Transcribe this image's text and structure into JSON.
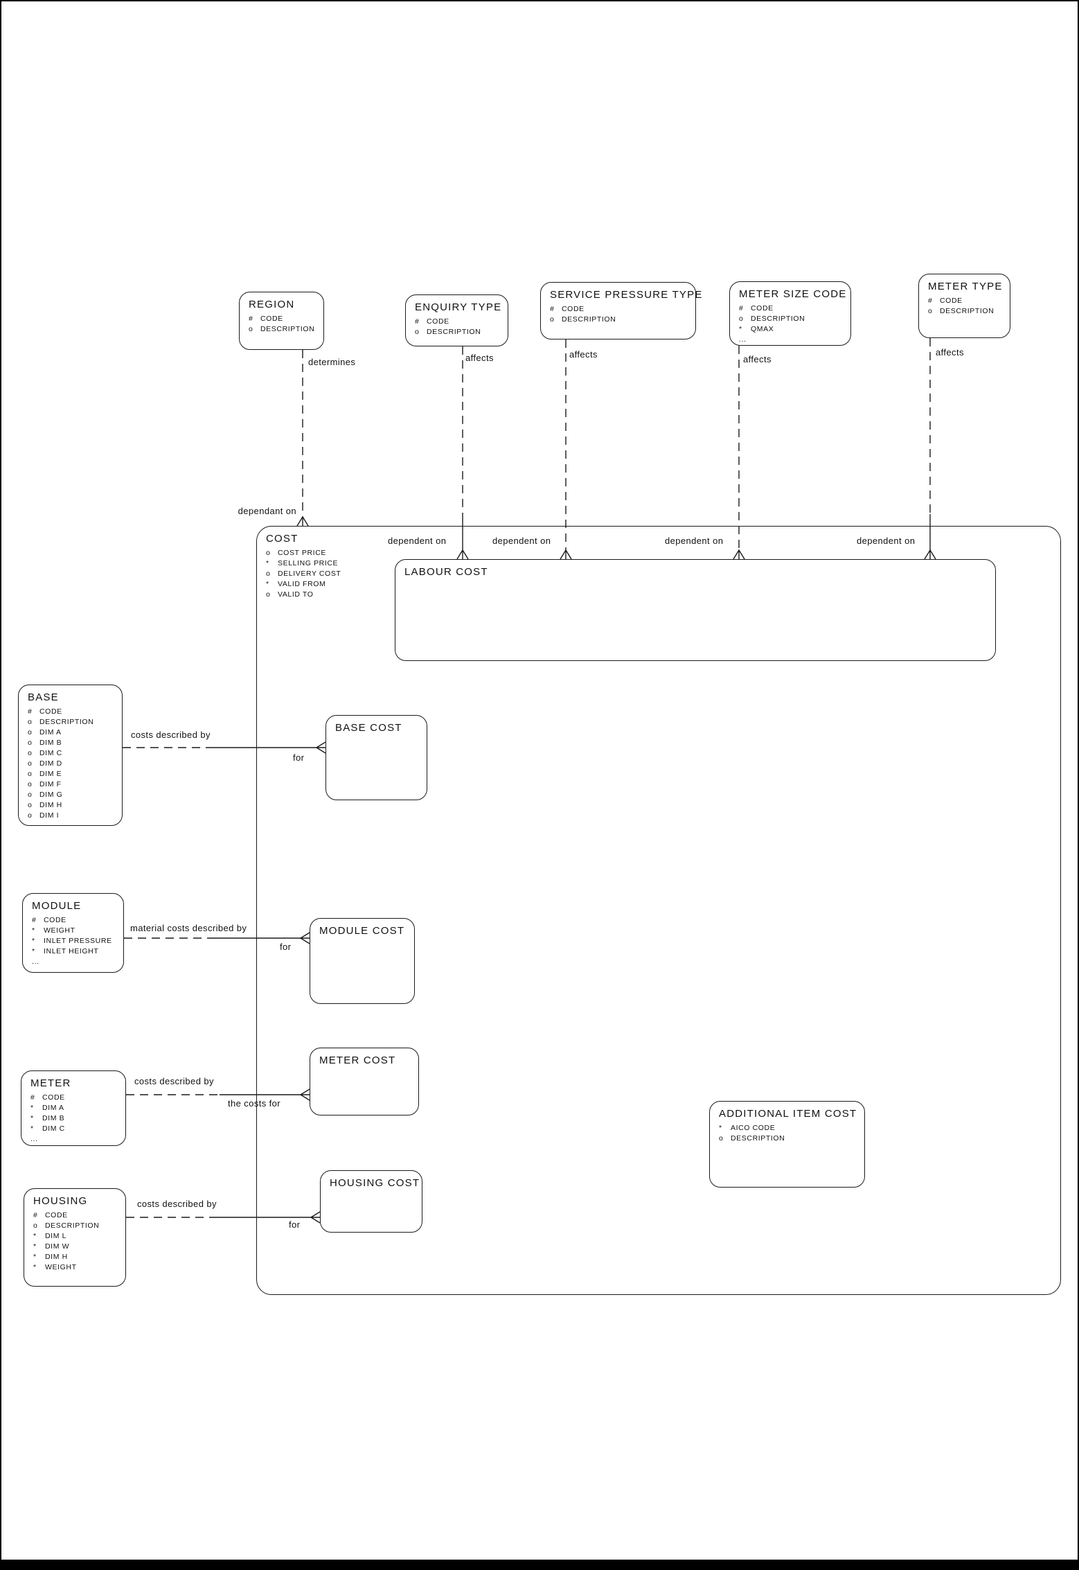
{
  "colors": {
    "ink": "#1a1a1a",
    "paper": "#ffffff"
  },
  "entities": {
    "region": {
      "title": "REGION",
      "attrs": [
        {
          "p": "#",
          "n": "CODE"
        },
        {
          "p": "o",
          "n": "DESCRIPTION"
        }
      ]
    },
    "enquiry_type": {
      "title": "ENQUIRY TYPE",
      "attrs": [
        {
          "p": "#",
          "n": "CODE"
        },
        {
          "p": "o",
          "n": "DESCRIPTION"
        }
      ]
    },
    "service_pressure_type": {
      "title": "SERVICE PRESSURE TYPE",
      "attrs": [
        {
          "p": "#",
          "n": "CODE"
        },
        {
          "p": "o",
          "n": "DESCRIPTION"
        }
      ]
    },
    "meter_size_code": {
      "title": "METER SIZE CODE",
      "attrs": [
        {
          "p": "#",
          "n": "CODE"
        },
        {
          "p": "o",
          "n": "DESCRIPTION"
        },
        {
          "p": "*",
          "n": "QMAX"
        },
        {
          "p": "...",
          "n": ""
        }
      ]
    },
    "meter_type": {
      "title": "METER TYPE",
      "attrs": [
        {
          "p": "#",
          "n": "CODE"
        },
        {
          "p": "o",
          "n": "DESCRIPTION"
        }
      ]
    },
    "cost": {
      "title": "COST",
      "attrs": [
        {
          "p": "o",
          "n": "COST PRICE"
        },
        {
          "p": "*",
          "n": "SELLING PRICE"
        },
        {
          "p": "o",
          "n": "DELIVERY COST"
        },
        {
          "p": "*",
          "n": "VALID FROM"
        },
        {
          "p": "o",
          "n": "VALID TO"
        }
      ]
    },
    "labour_cost": {
      "title": "LABOUR COST",
      "attrs": []
    },
    "base": {
      "title": "BASE",
      "attrs": [
        {
          "p": "#",
          "n": "CODE"
        },
        {
          "p": "o",
          "n": "DESCRIPTION"
        },
        {
          "p": "o",
          "n": "DIM A"
        },
        {
          "p": "o",
          "n": "DIM B"
        },
        {
          "p": "o",
          "n": "DIM C"
        },
        {
          "p": "o",
          "n": "DIM D"
        },
        {
          "p": "o",
          "n": "DIM E"
        },
        {
          "p": "o",
          "n": "DIM F"
        },
        {
          "p": "o",
          "n": "DIM G"
        },
        {
          "p": "o",
          "n": "DIM H"
        },
        {
          "p": "o",
          "n": "DIM I"
        }
      ]
    },
    "base_cost": {
      "title": "BASE COST",
      "attrs": []
    },
    "module": {
      "title": "MODULE",
      "attrs": [
        {
          "p": "#",
          "n": "CODE"
        },
        {
          "p": "*",
          "n": "WEIGHT"
        },
        {
          "p": "*",
          "n": "INLET PRESSURE"
        },
        {
          "p": "*",
          "n": "INLET HEIGHT"
        },
        {
          "p": "...",
          "n": ""
        }
      ]
    },
    "module_cost": {
      "title": "MODULE COST",
      "attrs": []
    },
    "meter": {
      "title": "METER",
      "attrs": [
        {
          "p": "#",
          "n": "CODE"
        },
        {
          "p": "*",
          "n": "DIM A"
        },
        {
          "p": "*",
          "n": "DIM B"
        },
        {
          "p": "*",
          "n": "DIM C"
        },
        {
          "p": "...",
          "n": ""
        }
      ]
    },
    "meter_cost": {
      "title": "METER COST",
      "attrs": []
    },
    "housing": {
      "title": "HOUSING",
      "attrs": [
        {
          "p": "#",
          "n": "CODE"
        },
        {
          "p": "o",
          "n": "DESCRIPTION"
        },
        {
          "p": "*",
          "n": "DIM L"
        },
        {
          "p": "*",
          "n": "DIM W"
        },
        {
          "p": "*",
          "n": "DIM H"
        },
        {
          "p": "*",
          "n": "WEIGHT"
        }
      ]
    },
    "housing_cost": {
      "title": "HOUSING COST",
      "attrs": []
    },
    "additional_item_cost": {
      "title": "ADDITIONAL ITEM COST",
      "attrs": [
        {
          "p": "*",
          "n": "AICO CODE"
        },
        {
          "p": "o",
          "n": "DESCRIPTION"
        }
      ]
    }
  },
  "relationships": {
    "region_cost": {
      "near_label": "determines",
      "far_label": "dependant on"
    },
    "enquiry_type_labour_cost": {
      "near_label": "affects",
      "far_label": "dependent on"
    },
    "service_pressure_type_labour_cost": {
      "near_label": "affects",
      "far_label": "dependent on"
    },
    "meter_size_code_labour_cost": {
      "near_label": "affects",
      "far_label": "dependent on"
    },
    "meter_type_labour_cost": {
      "near_label": "affects",
      "far_label": "dependent on"
    },
    "base_base_cost": {
      "near_label": "costs described by",
      "far_label": "for"
    },
    "module_module_cost": {
      "near_label": "material costs described by",
      "far_label": "for"
    },
    "meter_meter_cost": {
      "near_label": "costs described by",
      "far_label": "the costs for"
    },
    "housing_housing_cost": {
      "near_label": "costs described by",
      "far_label": "for"
    }
  }
}
